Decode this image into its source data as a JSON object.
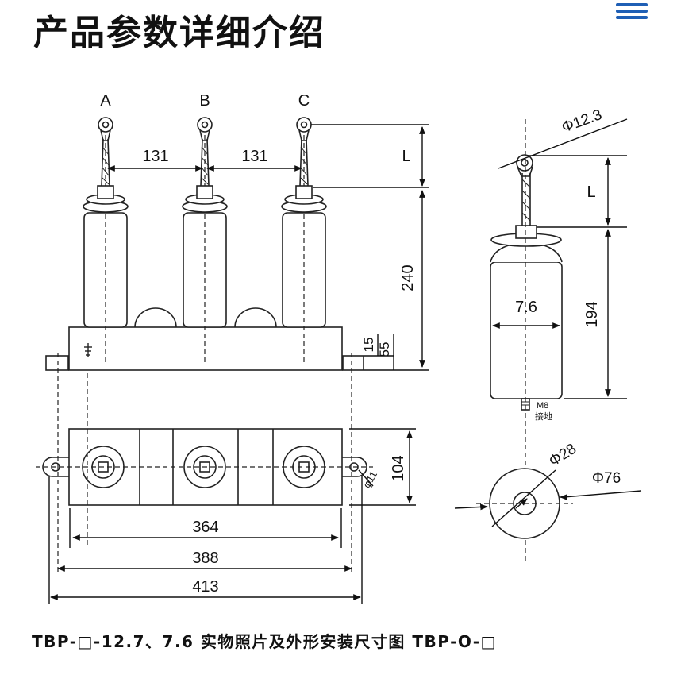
{
  "header": {
    "title": "产品参数详细介绍",
    "menu_icon": "hamburger-menu-icon",
    "accent_color": "#1f5fb5"
  },
  "caption": "TBP-□-12.7、7.6 实物照片及外形安装尺寸图 TBP-O-□",
  "front_view": {
    "phase_labels": [
      "A",
      "B",
      "C"
    ],
    "spacing_1": "131",
    "spacing_2": "131",
    "terminal_length": "L",
    "body_height": "240",
    "base_dim_small": "15",
    "base_dim_large": "55"
  },
  "plan_view": {
    "depth": "104",
    "hole": "φ11",
    "width_1": "364",
    "width_2": "388",
    "width_3": "413"
  },
  "side_view": {
    "terminal_dia": "Φ12.3",
    "terminal_length": "L",
    "body_dia": "7.6",
    "body_height": "194",
    "ground_bolt": "M8",
    "ground_label": "接地"
  },
  "bottom_view": {
    "inner_dia": "Φ28",
    "outer_dia": "Φ76"
  }
}
